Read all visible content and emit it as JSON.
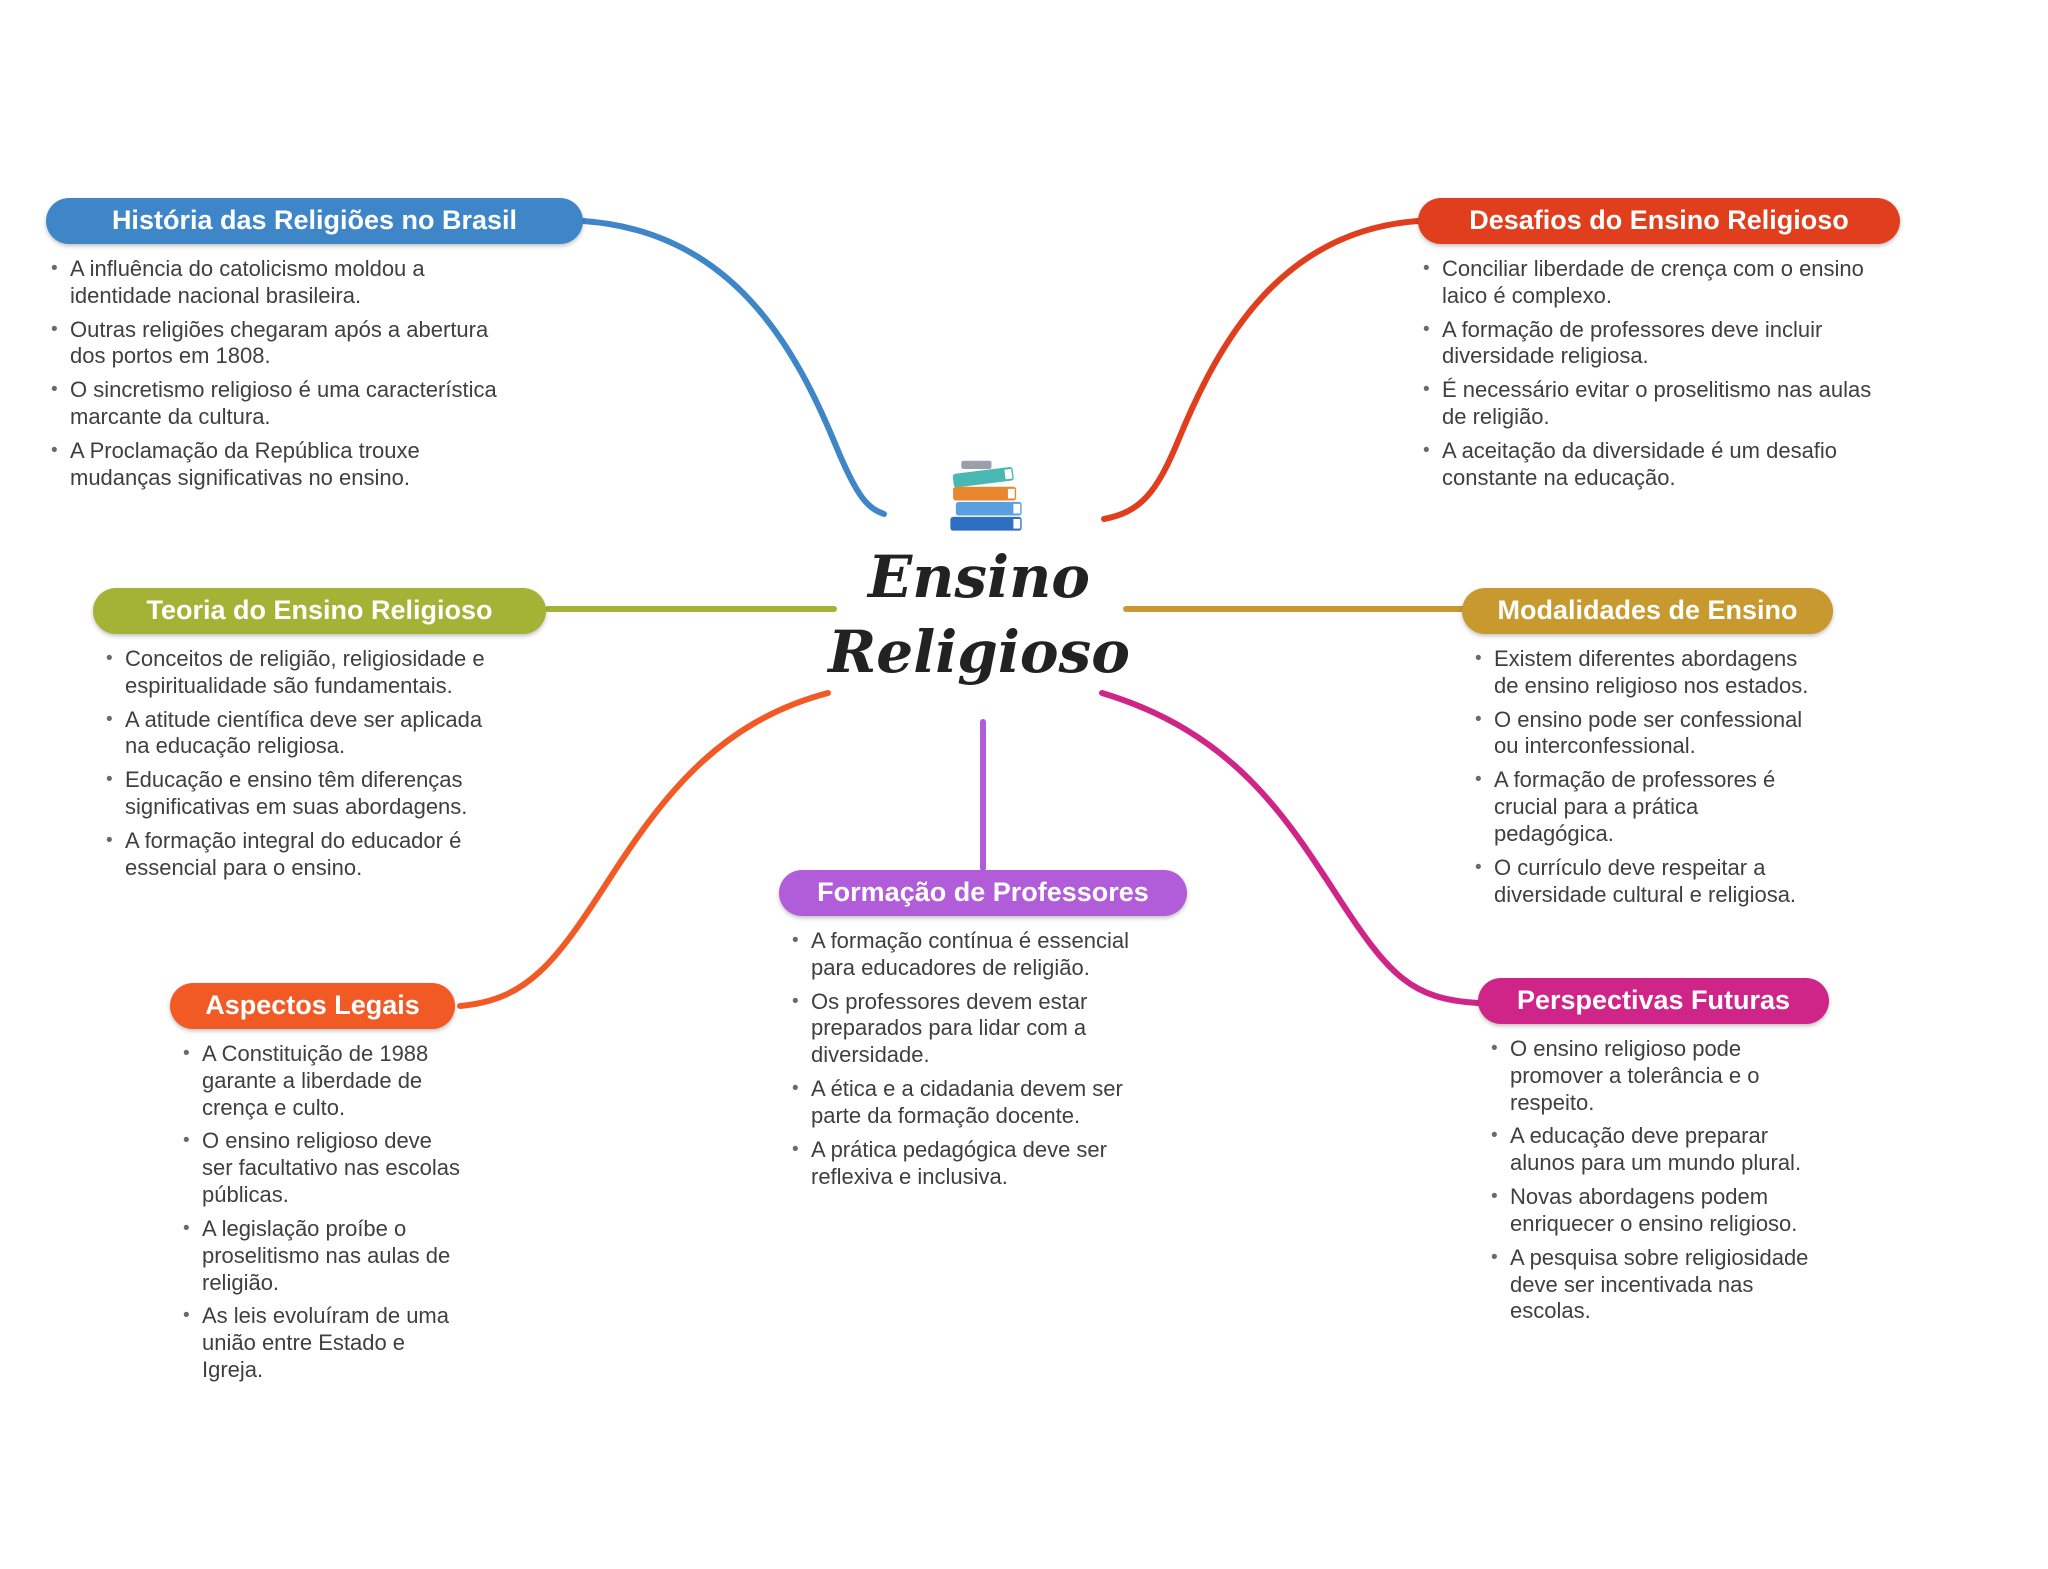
{
  "center": {
    "line1": "Ensino",
    "line2": "Religioso"
  },
  "nodes": [
    {
      "title": "História das Religiões no Brasil",
      "color": "#3e86c7",
      "bullets": [
        "A influência do catolicismo moldou a identidade nacional brasileira.",
        "Outras religiões chegaram após a abertura dos portos em 1808.",
        "O sincretismo religioso é uma característica marcante da cultura.",
        "A Proclamação da República trouxe mudanças significativas no ensino."
      ]
    },
    {
      "title": "Desafios do Ensino Religioso",
      "color": "#e03e1d",
      "bullets": [
        "Conciliar liberdade de crença com o ensino laico é complexo.",
        "A formação de professores deve incluir diversidade religiosa.",
        "É necessário evitar o proselitismo nas aulas de religião.",
        "A aceitação da diversidade é um desafio constante na educação."
      ]
    },
    {
      "title": "Teoria do Ensino Religioso",
      "color": "#a4b235",
      "bullets": [
        "Conceitos de religião, religiosidade e espiritualidade são fundamentais.",
        "A atitude científica deve ser aplicada na educação religiosa.",
        "Educação e ensino têm diferenças significativas em suas abordagens.",
        "A formação integral do educador é essencial para o ensino."
      ]
    },
    {
      "title": "Modalidades de Ensino",
      "color": "#c8992e",
      "bullets": [
        "Existem diferentes abordagens de ensino religioso nos estados.",
        "O ensino pode ser confessional ou interconfessional.",
        "A formação de professores é crucial para a prática pedagógica.",
        "O currículo deve respeitar a diversidade cultural e religiosa."
      ]
    },
    {
      "title": "Aspectos Legais",
      "color": "#f15a25",
      "bullets": [
        "A Constituição de 1988 garante a liberdade de crença e culto.",
        "O ensino religioso deve ser facultativo nas escolas públicas.",
        "A legislação proíbe o proselitismo nas aulas de religião.",
        "As leis evoluíram de uma união entre Estado e Igreja."
      ]
    },
    {
      "title": "Formação de Professores",
      "color": "#b15cd9",
      "bullets": [
        "A formação contínua é essencial para educadores de religião.",
        "Os professores devem estar preparados para lidar com a diversidade.",
        "A ética e a cidadania devem ser parte da formação docente.",
        "A prática pedagógica deve ser reflexiva e inclusiva."
      ]
    },
    {
      "title": "Perspectivas Futuras",
      "color": "#d02588",
      "bullets": [
        "O ensino religioso pode promover a tolerância e o respeito.",
        "A educação deve preparar alunos para um mundo plural.",
        "Novas abordagens podem enriquecer o ensino religioso.",
        "A pesquisa sobre religiosidade deve ser incentivada nas escolas."
      ]
    }
  ]
}
